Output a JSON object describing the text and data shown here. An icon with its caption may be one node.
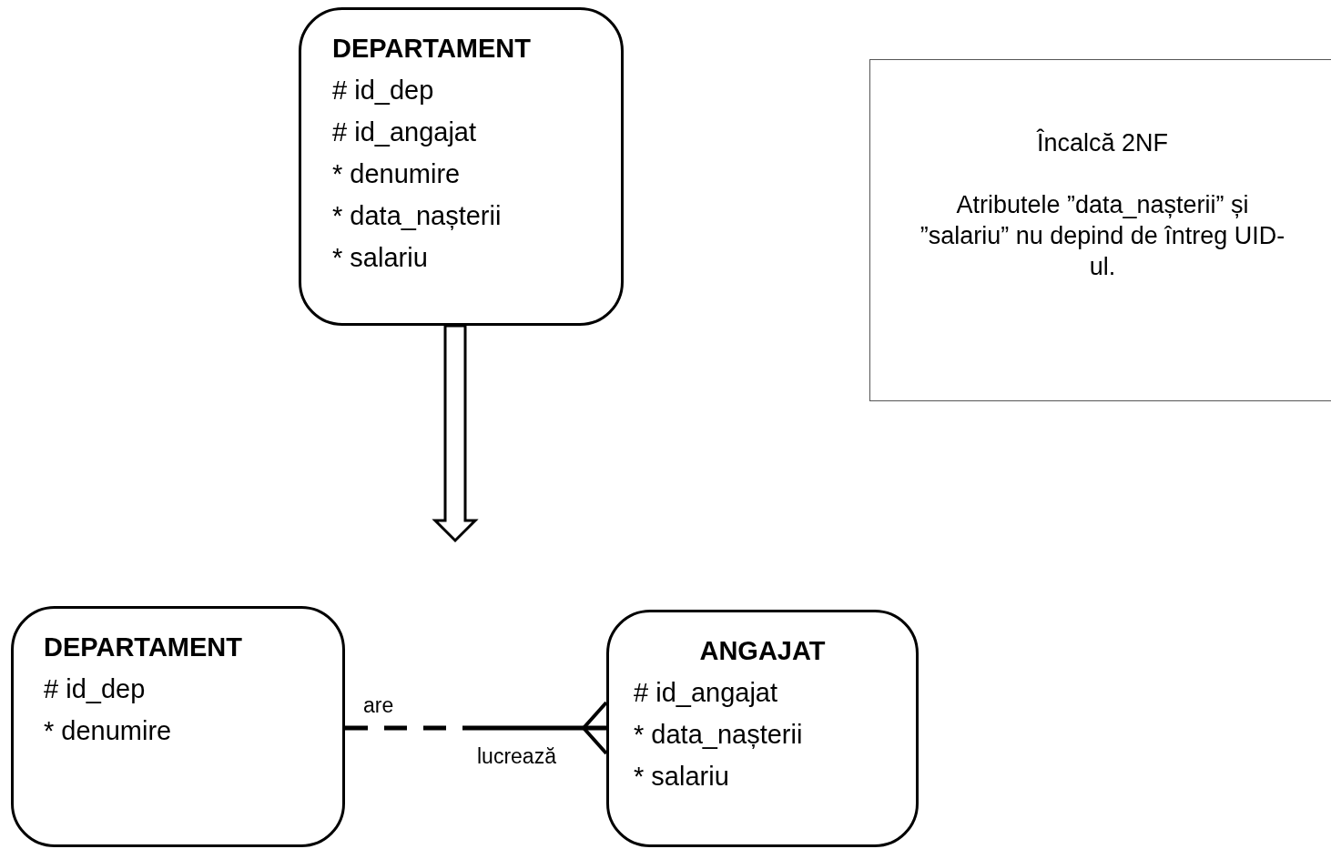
{
  "diagram": {
    "nodes": [
      {
        "text": [
          "DEPARTAMENT",
          "# id_dep",
          "# id_angajat",
          "* denumire",
          "* data_nașterii",
          "* salariu"
        ]
      },
      {
        "text": [
          "Încalcă 2NF",
          "Atributele ”data_nașterii” și ”salariu” nu depind de întreg UID-ul."
        ]
      },
      {
        "text": [
          "DEPARTAMENT",
          "# id_dep",
          "* denumire"
        ]
      },
      {
        "text": [
          "ANGAJAT",
          "# id_angajat",
          "* data_nașterii",
          "* salariu"
        ]
      }
    ],
    "edges": [
      {
        "from": 0,
        "to": null,
        "arrow": "to",
        "style": "thick"
      },
      {
        "from": 2,
        "to": 3,
        "arrow": "other",
        "label": "are",
        "style": "dashed"
      }
    ],
    "labels": [
      "lucrează"
    ]
  }
}
